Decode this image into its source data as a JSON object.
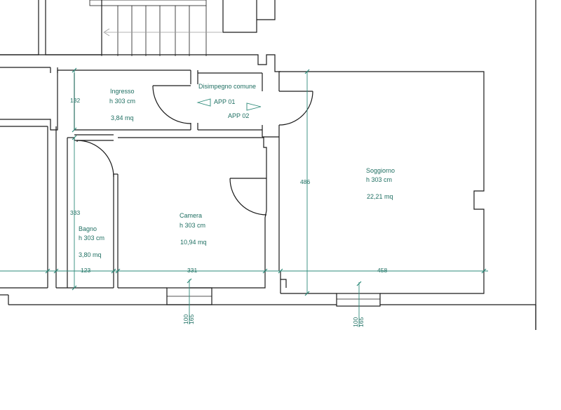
{
  "rooms": {
    "ingresso": {
      "name": "Ingresso",
      "height": "h 303 cm",
      "area": "3,84 mq"
    },
    "disimpegno": {
      "name": "Disimpegno comune",
      "app1": "APP 01",
      "app2": "APP 02"
    },
    "soggiorno": {
      "name": "Soggiorno",
      "height": "h 303 cm",
      "area": "22,21 mq"
    },
    "camera": {
      "name": "Camera",
      "height": "h 303 cm",
      "area": "10,94 mq"
    },
    "bagno": {
      "name": "Bagno",
      "height": "h 303 cm",
      "area": "3,80 mq"
    }
  },
  "dimensions": {
    "ingresso_height": "132",
    "bagno_height": "333",
    "soggiorno_height": "486",
    "bagno_width": "123",
    "camera_width": "331",
    "soggiorno_width": "458",
    "window_camera_a": "100",
    "window_camera_b": "165",
    "window_soggiorno_a": "100",
    "window_soggiorno_b": "165"
  },
  "colors": {
    "walls": "#1a1a1a",
    "annotations": "#2e8b7a",
    "text": "#1f6f62"
  }
}
